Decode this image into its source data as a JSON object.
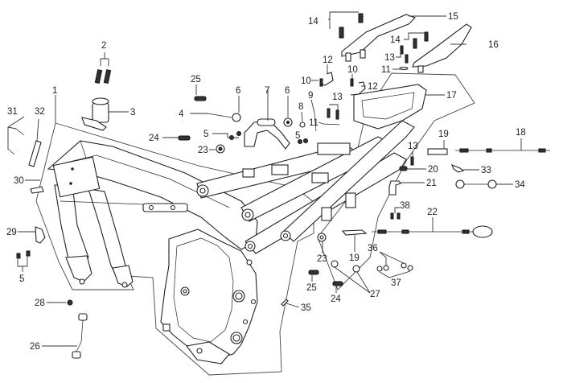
{
  "diagram": {
    "title": "Frame assembly exploded view",
    "callouts": [
      {
        "id": "c1",
        "number": "1",
        "part": "frame-body"
      },
      {
        "id": "c2",
        "number": "2",
        "part": "bolts"
      },
      {
        "id": "c3",
        "number": "3",
        "part": "steering-head-lock"
      },
      {
        "id": "c4",
        "number": "4",
        "part": "long-bolt"
      },
      {
        "id": "c5a",
        "number": "5",
        "part": "small-bolts"
      },
      {
        "id": "c5b",
        "number": "5",
        "part": "small-bolts"
      },
      {
        "id": "c5c",
        "number": "5",
        "part": "small-bolts"
      },
      {
        "id": "c6a",
        "number": "6",
        "part": "nut"
      },
      {
        "id": "c6b",
        "number": "6",
        "part": "nut"
      },
      {
        "id": "c7",
        "number": "7",
        "part": "bracket"
      },
      {
        "id": "c8",
        "number": "8",
        "part": "washer"
      },
      {
        "id": "c9",
        "number": "9",
        "part": "pin"
      },
      {
        "id": "c10a",
        "number": "10",
        "part": "bolt"
      },
      {
        "id": "c10b",
        "number": "10",
        "part": "bolt"
      },
      {
        "id": "c11a",
        "number": "11",
        "part": "rod"
      },
      {
        "id": "c11b",
        "number": "11",
        "part": "washer"
      },
      {
        "id": "c12a",
        "number": "12",
        "part": "hook"
      },
      {
        "id": "c12b",
        "number": "12",
        "part": "hook"
      },
      {
        "id": "c13a",
        "number": "13",
        "part": "bolts"
      },
      {
        "id": "c13b",
        "number": "13",
        "part": "bolts"
      },
      {
        "id": "c13c",
        "number": "13",
        "part": "bolt"
      },
      {
        "id": "c14a",
        "number": "14",
        "part": "bolts"
      },
      {
        "id": "c14b",
        "number": "14",
        "part": "bolts"
      },
      {
        "id": "c15",
        "number": "15",
        "part": "grab-rail-left"
      },
      {
        "id": "c16",
        "number": "16",
        "part": "grab-rail-right"
      },
      {
        "id": "c17",
        "number": "17",
        "part": "rear-subframe"
      },
      {
        "id": "c18",
        "number": "18",
        "part": "cable"
      },
      {
        "id": "c19a",
        "number": "19",
        "part": "cable-holder"
      },
      {
        "id": "c19b",
        "number": "19",
        "part": "cable-holder"
      },
      {
        "id": "c20",
        "number": "20",
        "part": "clip"
      },
      {
        "id": "c21",
        "number": "21",
        "part": "bracket"
      },
      {
        "id": "c22",
        "number": "22",
        "part": "seat-cable"
      },
      {
        "id": "c23a",
        "number": "23",
        "part": "collar"
      },
      {
        "id": "c23b",
        "number": "23",
        "part": "collar"
      },
      {
        "id": "c24a",
        "number": "24",
        "part": "bolt"
      },
      {
        "id": "c24b",
        "number": "24",
        "part": "bolt"
      },
      {
        "id": "c25a",
        "number": "25",
        "part": "bolt"
      },
      {
        "id": "c25b",
        "number": "25",
        "part": "bolt"
      },
      {
        "id": "c26",
        "number": "26",
        "part": "stay"
      },
      {
        "id": "c27",
        "number": "27",
        "part": "washers"
      },
      {
        "id": "c28",
        "number": "28",
        "part": "nut"
      },
      {
        "id": "c29",
        "number": "29",
        "part": "plate"
      },
      {
        "id": "c30",
        "number": "30",
        "part": "tab"
      },
      {
        "id": "c31",
        "number": "31",
        "part": "wire"
      },
      {
        "id": "c32",
        "number": "32",
        "part": "label"
      },
      {
        "id": "c33",
        "number": "33",
        "part": "clamp"
      },
      {
        "id": "c34",
        "number": "34",
        "part": "cable-loop"
      },
      {
        "id": "c35",
        "number": "35",
        "part": "label"
      },
      {
        "id": "c36",
        "number": "36",
        "part": "washers"
      },
      {
        "id": "c37",
        "number": "37",
        "part": "nuts"
      },
      {
        "id": "c38",
        "number": "38",
        "part": "clips"
      }
    ]
  }
}
